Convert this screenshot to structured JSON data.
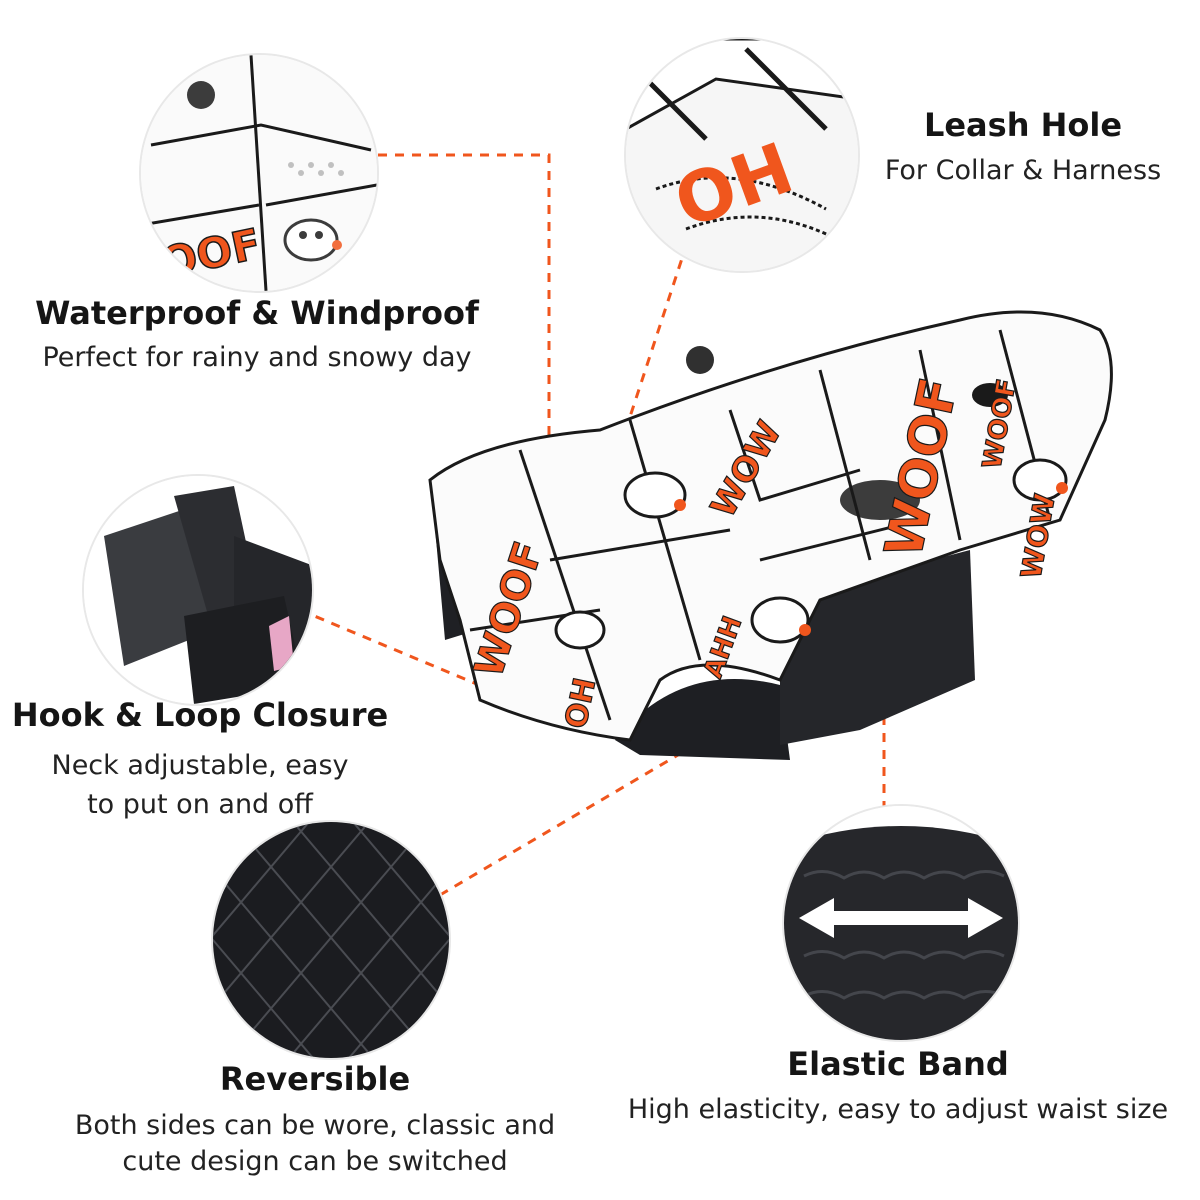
{
  "accent_color": "#f0561d",
  "features": {
    "waterproof": {
      "title": "Waterproof & Windproof",
      "desc": "Perfect for rainy and snowy day",
      "icon": "comic-fabric-closeup"
    },
    "leash_hole": {
      "title": "Leash Hole",
      "desc": "For Collar & Harness",
      "icon": "leash-hole-closeup"
    },
    "hook_loop": {
      "title": "Hook & Loop Closure",
      "desc_line1": "Neck adjustable, easy",
      "desc_line2": "to put on and off",
      "icon": "velcro-closeup"
    },
    "reversible": {
      "title": "Reversible",
      "desc_line1": "Both sides can be wore, classic and",
      "desc_line2": "cute design can be switched",
      "icon": "quilted-lining-closeup"
    },
    "elastic_band": {
      "title": "Elastic Band",
      "desc": "High elasticity, easy to adjust waist size",
      "icon": "elastic-band-closeup"
    }
  },
  "product": {
    "print_words": [
      "WOOF",
      "WOW",
      "WOOF",
      "AHH",
      "OH",
      "WOW",
      "WOOF"
    ]
  }
}
